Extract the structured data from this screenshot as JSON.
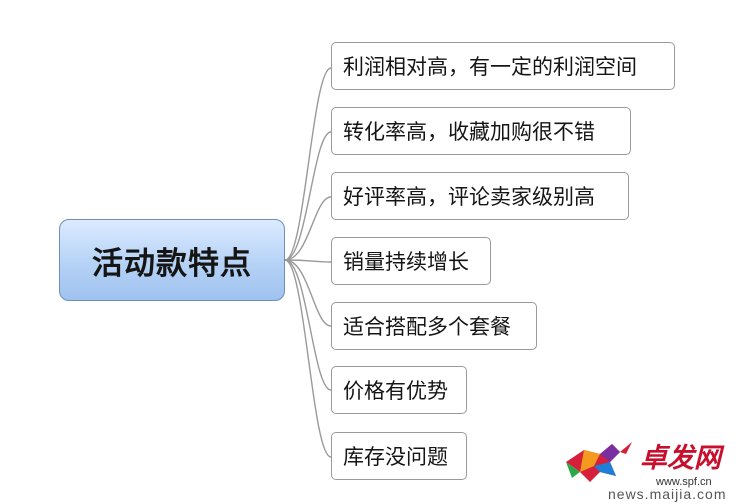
{
  "mindmap": {
    "root": {
      "label": "活动款特点"
    },
    "children": [
      {
        "label": "利润相对高，有一定的利润空间"
      },
      {
        "label": "转化率高，收藏加购很不错"
      },
      {
        "label": "好评率高，评论卖家级别高"
      },
      {
        "label": "销量持续增长"
      },
      {
        "label": "适合搭配多个套餐"
      },
      {
        "label": "价格有优势"
      },
      {
        "label": "库存没问题"
      }
    ],
    "connector_color": "#9a9a9a",
    "root_color": "#b5d2f6"
  },
  "watermark": {
    "brand": "卓发网",
    "url_primary": "www.spf.cn",
    "url_secondary": "news.maijia.com",
    "colors": {
      "brand": "#c8102e"
    }
  }
}
